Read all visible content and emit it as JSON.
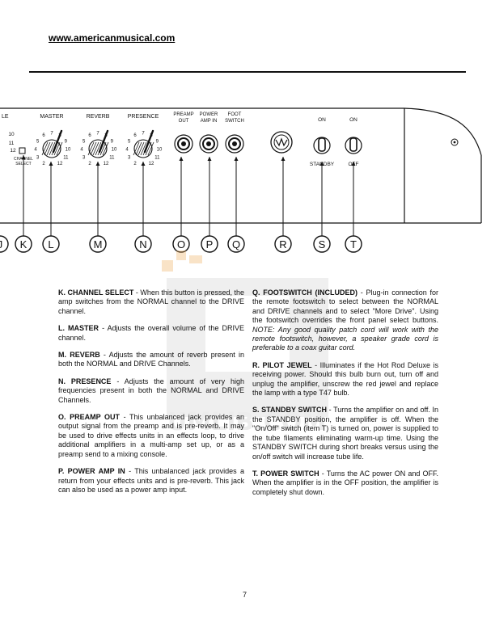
{
  "header": {
    "url": "www.americanmusical.com"
  },
  "panel": {
    "knobs": [
      {
        "label": "MASTER",
        "name": "master"
      },
      {
        "label": "REVERB",
        "name": "reverb"
      },
      {
        "label": "PRESENCE",
        "name": "presence"
      }
    ],
    "partial_knob_label": "LE",
    "scale": [
      "2",
      "3",
      "4",
      "5",
      "6",
      "7",
      "8",
      "9",
      "10",
      "11",
      "12"
    ],
    "channel_select_label": [
      "CHANNEL",
      "SELECT"
    ],
    "jacks": [
      {
        "label": [
          "PREAMP",
          "OUT"
        ]
      },
      {
        "label": [
          "POWER",
          "AMP IN"
        ]
      },
      {
        "label": [
          "FOOT",
          "SWITCH"
        ]
      }
    ],
    "switches": [
      {
        "top": "ON",
        "bottom": "STANDBY"
      },
      {
        "top": "ON",
        "bottom": "OFF"
      }
    ],
    "callouts": [
      "J",
      "K",
      "L",
      "M",
      "N",
      "O",
      "P",
      "Q",
      "R",
      "S",
      "T"
    ]
  },
  "left_column": [
    {
      "head": "K.  CHANNEL SELECT",
      "text": " - When this button is pressed, the amp switches from the NORMAL channel to the DRIVE channel."
    },
    {
      "head": "L.  MASTER",
      "text": " - Adjusts the overall volume of the DRIVE channel."
    },
    {
      "head": "M.  REVERB",
      "text": " - Adjusts the amount of reverb present in both the NORMAL and DRIVE Channels."
    },
    {
      "head": "N.  PRESENCE",
      "text": " - Adjusts the amount of very high frequencies present in both the NORMAL and DRIVE Channels."
    },
    {
      "head": "O.  PREAMP OUT",
      "text": " -  This unbalanced jack provides an output signal from the preamp and is pre-reverb.  It may be used to drive effects units in an effects loop, to drive additional amplifiers in a multi-amp set up, or as a preamp send to a mixing console."
    },
    {
      "head": "P.  POWER AMP IN",
      "text": " - This unbalanced jack provides a return from your effects units and is pre-reverb.  This jack can also be used as a power amp input."
    }
  ],
  "right_column": [
    {
      "head": "Q.  FOOTSWITCH (INCLUDED)",
      "text": " - Plug-in connection for the remote footswitch to select between the NORMAL and DRIVE channels and to select \"More Drive\".  Using the footswitch overrides the front panel select buttons. ",
      "italic": "NOTE: Any good quality patch cord will work with the remote footswitch, however, a speaker grade cord is preferable to a coax guitar cord."
    },
    {
      "head": "R.  PILOT JEWEL",
      "text": " - Illuminates if the Hot Rod Deluxe is receiving power.  Should this bulb burn out, turn off and unplug the amplifier, unscrew the red jewel and replace the lamp with a type T47 bulb."
    },
    {
      "head": "S.  STANDBY SWITCH",
      "text": " - Turns the amplifier on and off.  In the STANDBY position, the amplifier is off.  When the \"On/Off\" switch (item T) is turned on, power is supplied to the tube filaments eliminating warm-up time.  Using the STANDBY SWITCH during short breaks versus using the on/off switch will increase tube life."
    },
    {
      "head": "T.  POWER SWITCH",
      "text": " - Turns the AC power ON and OFF.  When the amplifier is in the OFF position, the amplifier is completely shut down."
    }
  ],
  "footer": {
    "page_number": "7"
  }
}
